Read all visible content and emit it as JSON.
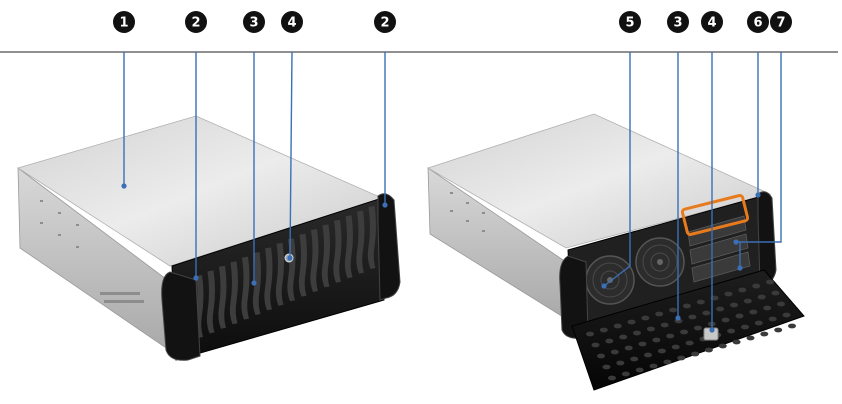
{
  "callouts": [
    {
      "id": "c1",
      "label": "1"
    },
    {
      "id": "c2a",
      "label": "2"
    },
    {
      "id": "c3a",
      "label": "3"
    },
    {
      "id": "c4a",
      "label": "4"
    },
    {
      "id": "c2b",
      "label": "2"
    },
    {
      "id": "c5",
      "label": "5"
    },
    {
      "id": "c3b",
      "label": "3"
    },
    {
      "id": "c4b",
      "label": "4"
    },
    {
      "id": "c6",
      "label": "6"
    },
    {
      "id": "c7",
      "label": "7"
    }
  ],
  "colors": {
    "leader": "#3b6fb6",
    "callout_fill": "#111111",
    "highlight": "#e87a1e",
    "chassis_top": "#dcdcdc",
    "chassis_side": "#c4c4c4",
    "front_panel": "#1c1c1c"
  }
}
